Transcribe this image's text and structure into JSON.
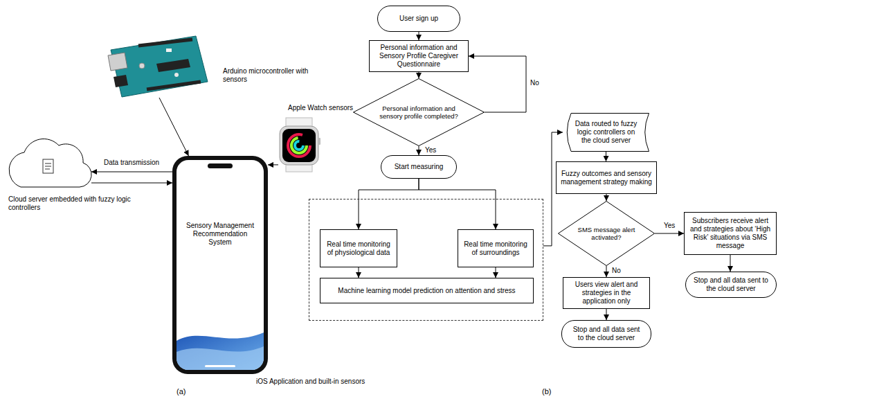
{
  "diagram": {
    "nodes": [
      {
        "text": [
          "Arduino microcontroller with sensors"
        ]
      },
      {
        "text": [
          "Cloud server embedded with fuzzy logic controllers"
        ]
      },
      {
        "text": [
          "Sensory Management Recommendation System",
          "iOS Application and built-in sensors"
        ]
      },
      {
        "text": [
          "Apple Watch sensors"
        ]
      },
      {
        "text": [
          "User sign up"
        ]
      },
      {
        "text": [
          "Personal information and Sensory Profile Caregiver Questionnaire"
        ]
      },
      {
        "text": [
          "Personal information and sensory profile completed?"
        ]
      },
      {
        "text": [
          "Start measuring"
        ]
      },
      {
        "text": []
      },
      {
        "text": [
          "Real time monitoring of physiological data"
        ],
        "in": 8
      },
      {
        "text": [
          "Real time monitoring of surroundings"
        ],
        "in": 8
      },
      {
        "text": [
          "Machine learning model prediction on attention and stress"
        ],
        "in": 8
      },
      {
        "text": [
          "Data routed to fuzzy logic controllers on the cloud server"
        ]
      },
      {
        "text": [
          "Fuzzy outcomes and sensory management strategy making"
        ]
      },
      {
        "text": [
          "SMS message alert activated?"
        ]
      },
      {
        "text": [
          "Subscribers receive alert and strategies about ‘High Risk’ situations via SMS message"
        ]
      },
      {
        "text": [
          "Users view alert and strategies in the application only"
        ]
      },
      {
        "text": [
          "Stop and all data sent to the cloud server"
        ]
      },
      {
        "text": [
          "Stop and all data sent to the cloud server"
        ]
      }
    ],
    "edges": [
      {
        "from": 0,
        "to": 2,
        "arrow": "to"
      },
      {
        "from": 3,
        "to": 2,
        "arrow": "to"
      },
      {
        "from": 2,
        "to": 1,
        "label": "Data transmission",
        "arrow": "to"
      },
      {
        "from": 1,
        "to": 2,
        "arrow": "to"
      },
      {
        "from": 4,
        "to": 5,
        "arrow": "to"
      },
      {
        "from": 5,
        "to": 6,
        "arrow": "to"
      },
      {
        "from": 6,
        "to": 5,
        "label": "No",
        "arrow": "to"
      },
      {
        "from": 6,
        "to": 7,
        "label": "Yes",
        "arrow": "to"
      },
      {
        "from": 7,
        "to": 9,
        "arrow": "to"
      },
      {
        "from": 7,
        "to": 10,
        "arrow": "to"
      },
      {
        "from": 9,
        "to": 11,
        "arrow": "to"
      },
      {
        "from": 10,
        "to": 11,
        "arrow": "to"
      },
      {
        "from": 8,
        "to": 12,
        "arrow": "to"
      },
      {
        "from": 12,
        "to": 13,
        "arrow": "to"
      },
      {
        "from": 13,
        "to": 14,
        "arrow": "to"
      },
      {
        "from": 14,
        "to": 15,
        "label": "Yes",
        "arrow": "to"
      },
      {
        "from": 14,
        "to": 16,
        "label": "No",
        "arrow": "to"
      },
      {
        "from": 15,
        "to": 17,
        "arrow": "to"
      },
      {
        "from": 16,
        "to": 18,
        "arrow": "to"
      }
    ],
    "labels": [
      "(a)",
      "(b)"
    ]
  }
}
